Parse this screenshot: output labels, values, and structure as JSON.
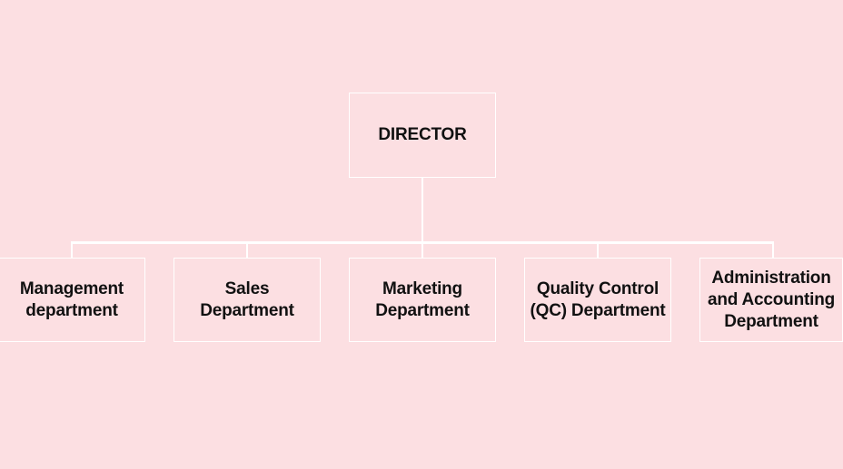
{
  "diagram": {
    "root": {
      "label": "DIRECTOR"
    },
    "children": [
      {
        "label": "Management department"
      },
      {
        "label": "Sales Department"
      },
      {
        "label": "Marketing Department"
      },
      {
        "label": "Quality Control (QC) Department"
      },
      {
        "label": "Administration and Accounting Department"
      }
    ]
  },
  "colors": {
    "background": "#fcdfe2",
    "connector": "#ffffff",
    "box_border": "#ffffff",
    "text": "#111111"
  }
}
